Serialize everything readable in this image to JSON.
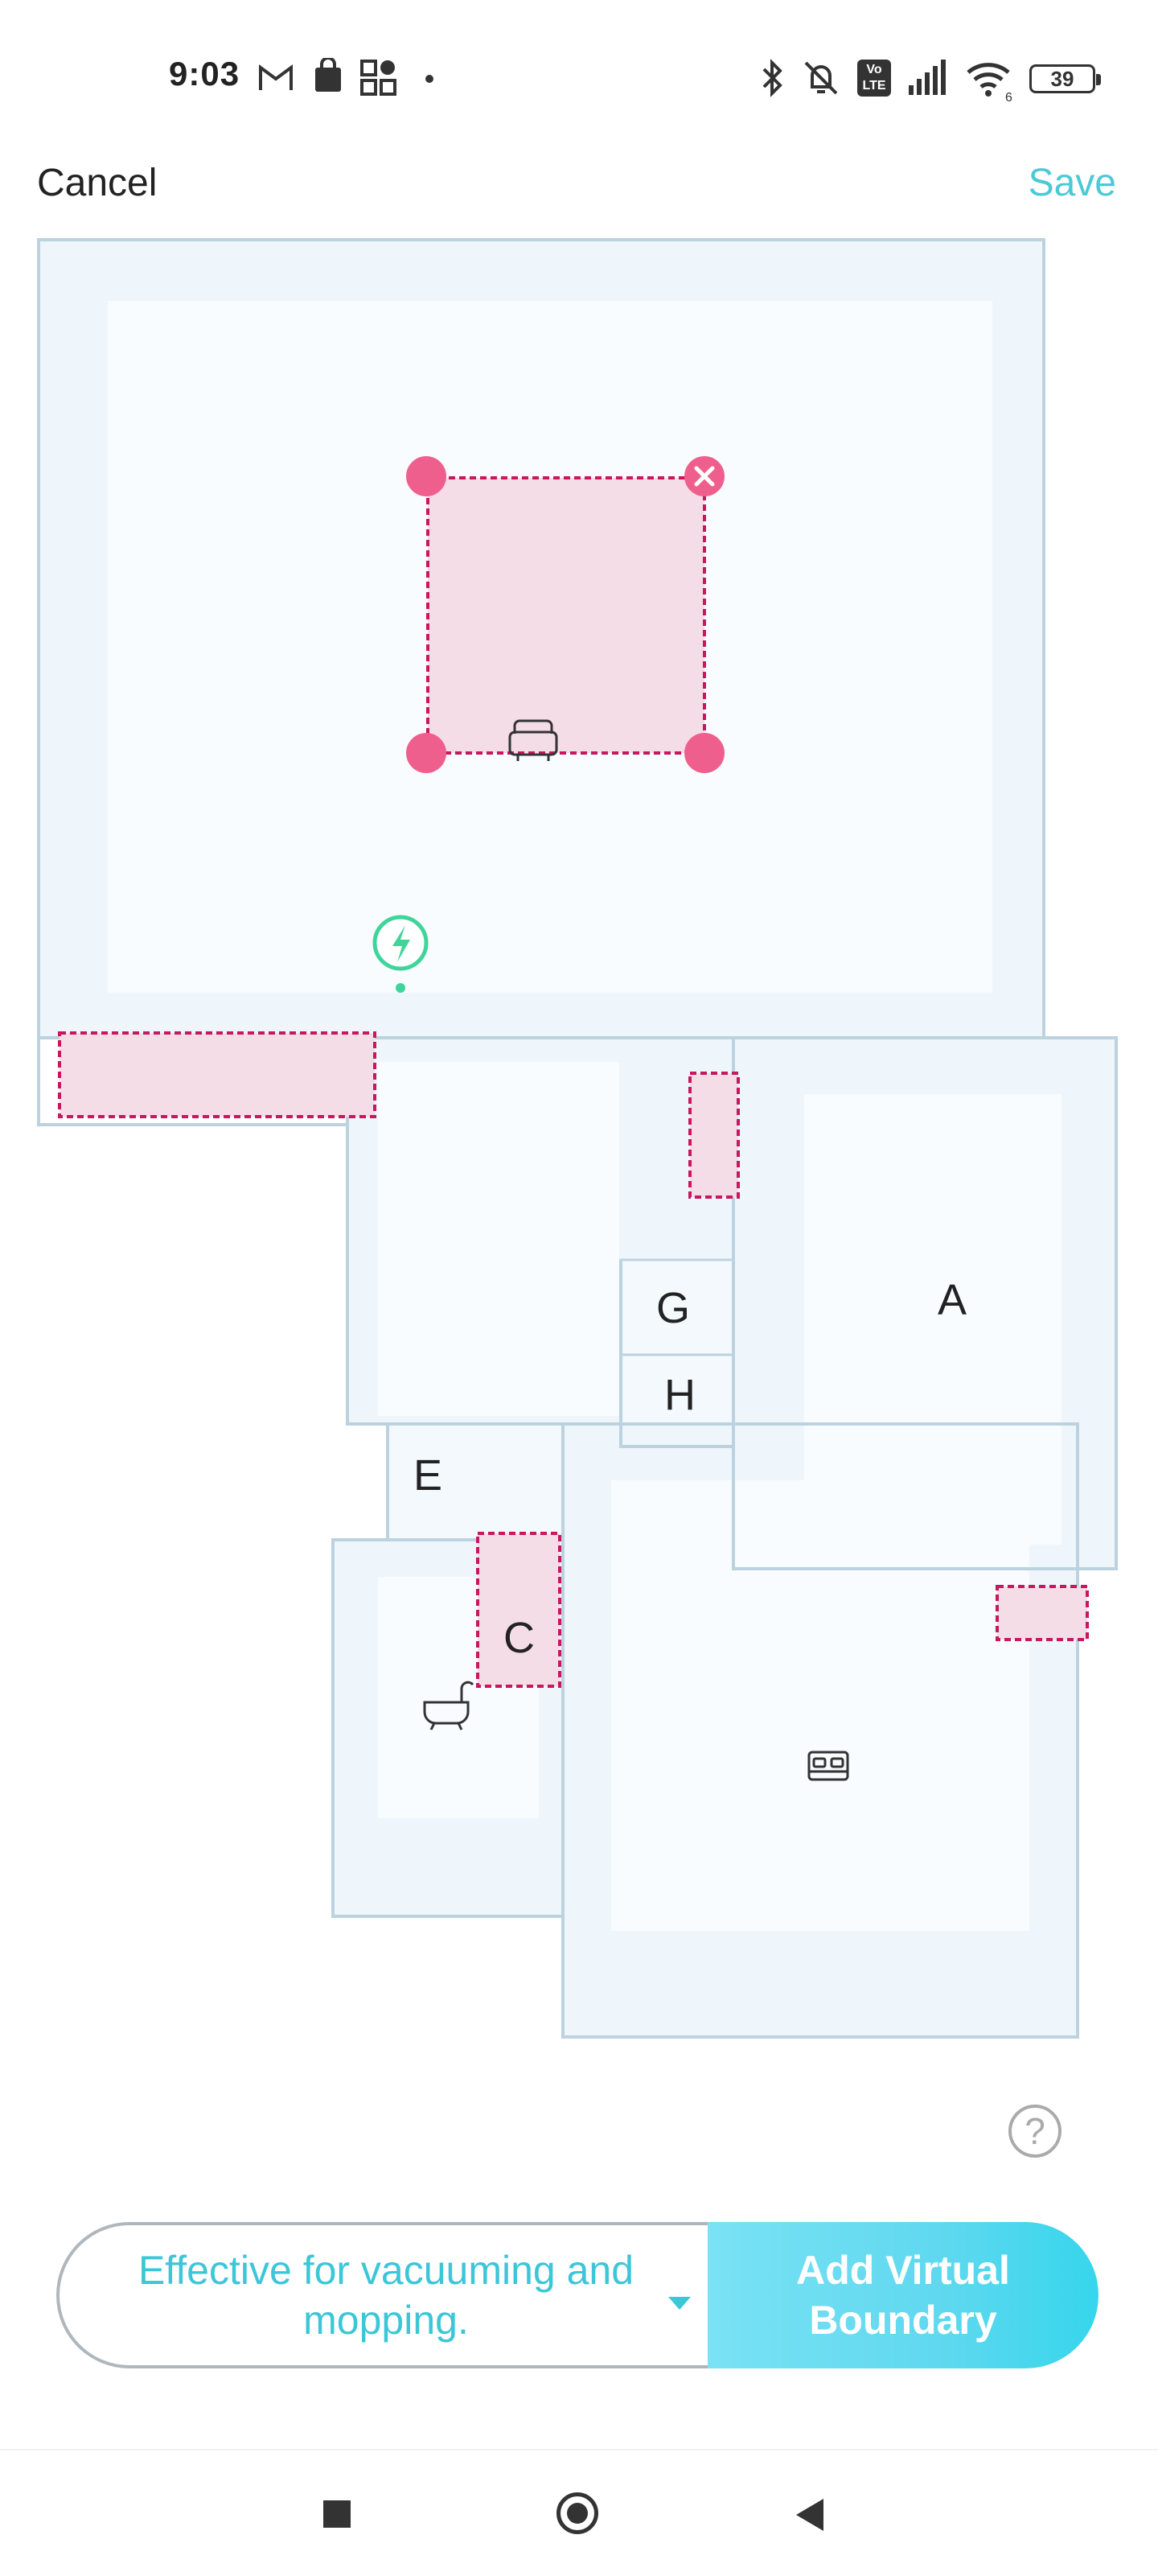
{
  "status_bar": {
    "time": "9:03",
    "battery": "39",
    "icons": [
      "gmail-icon",
      "shopping-bag-icon",
      "grid-apps-icon",
      "dot-icon",
      "bluetooth-icon",
      "mute-vibrate-icon",
      "volte-icon",
      "signal-icon",
      "wifi-icon",
      "battery-icon"
    ],
    "volte_label": "Vo LTE",
    "wifi_label": "6"
  },
  "header": {
    "cancel_label": "Cancel",
    "save_label": "Save"
  },
  "map": {
    "room_labels": {
      "a": "A",
      "c": "C",
      "e": "E",
      "g": "G",
      "h": "H"
    },
    "icons": [
      "sofa-icon",
      "bathtub-icon",
      "bed-icon",
      "charging-dock-icon",
      "close-icon"
    ],
    "colors": {
      "floor": "#eef6fc",
      "floor_light": "#f7fbfe",
      "wall": "#bcd3df",
      "zone_fill": "#f5dde7",
      "zone_border": "#c8175f",
      "handle": "#ef5f8e",
      "dock": "#3fd59a"
    }
  },
  "help": {
    "label": "?"
  },
  "controls": {
    "mode_text": "Effective for vacuuming and mopping.",
    "add_boundary_label": "Add Virtual Boundary"
  },
  "nav_bar": {
    "icons": [
      "recents-square-icon",
      "home-circle-icon",
      "back-triangle-icon"
    ]
  }
}
